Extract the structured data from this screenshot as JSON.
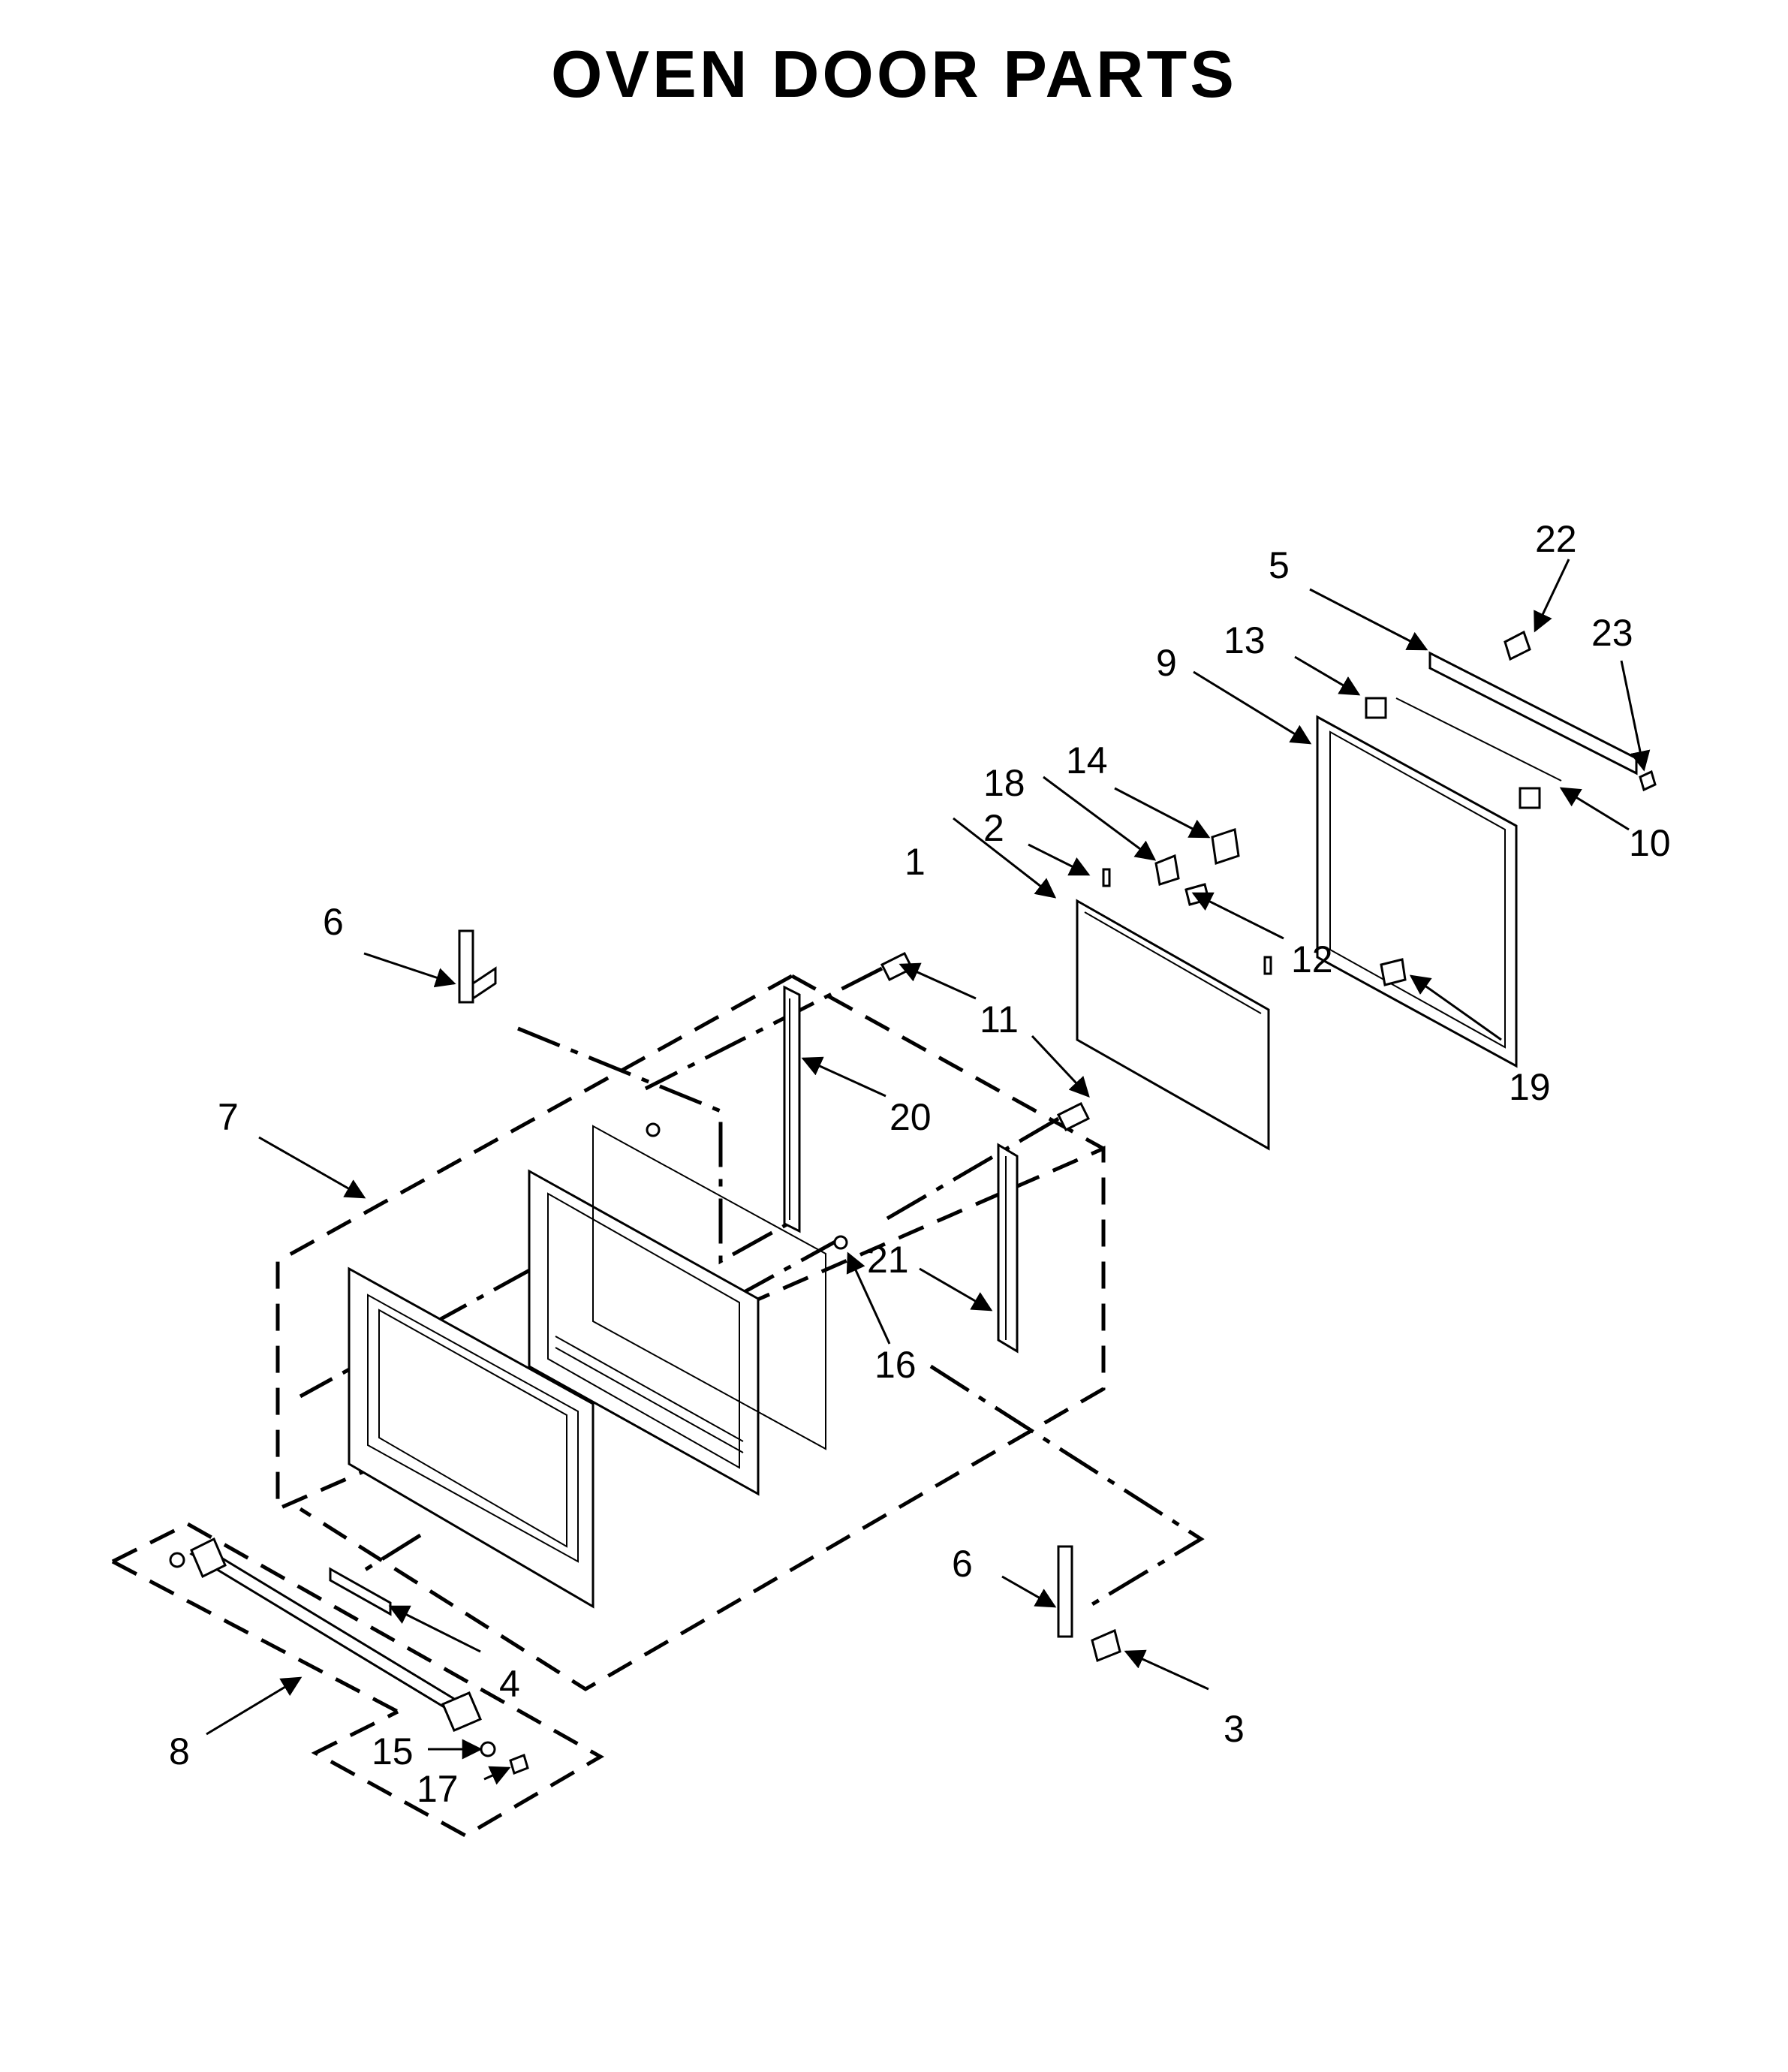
{
  "title": "OVEN DOOR PARTS",
  "callouts": [
    {
      "id": "c1",
      "label": "1"
    },
    {
      "id": "c2",
      "label": "2"
    },
    {
      "id": "c3",
      "label": "3"
    },
    {
      "id": "c4",
      "label": "4"
    },
    {
      "id": "c5",
      "label": "5"
    },
    {
      "id": "c6a",
      "label": "6"
    },
    {
      "id": "c6b",
      "label": "6"
    },
    {
      "id": "c7",
      "label": "7"
    },
    {
      "id": "c8",
      "label": "8"
    },
    {
      "id": "c9",
      "label": "9"
    },
    {
      "id": "c10",
      "label": "10"
    },
    {
      "id": "c11",
      "label": "11"
    },
    {
      "id": "c12",
      "label": "12"
    },
    {
      "id": "c13",
      "label": "13"
    },
    {
      "id": "c14",
      "label": "14"
    },
    {
      "id": "c15",
      "label": "15"
    },
    {
      "id": "c16",
      "label": "16"
    },
    {
      "id": "c17",
      "label": "17"
    },
    {
      "id": "c18",
      "label": "18"
    },
    {
      "id": "c19",
      "label": "19"
    },
    {
      "id": "c20",
      "label": "20"
    },
    {
      "id": "c21",
      "label": "21"
    },
    {
      "id": "c22",
      "label": "22"
    },
    {
      "id": "c23",
      "label": "23"
    }
  ]
}
